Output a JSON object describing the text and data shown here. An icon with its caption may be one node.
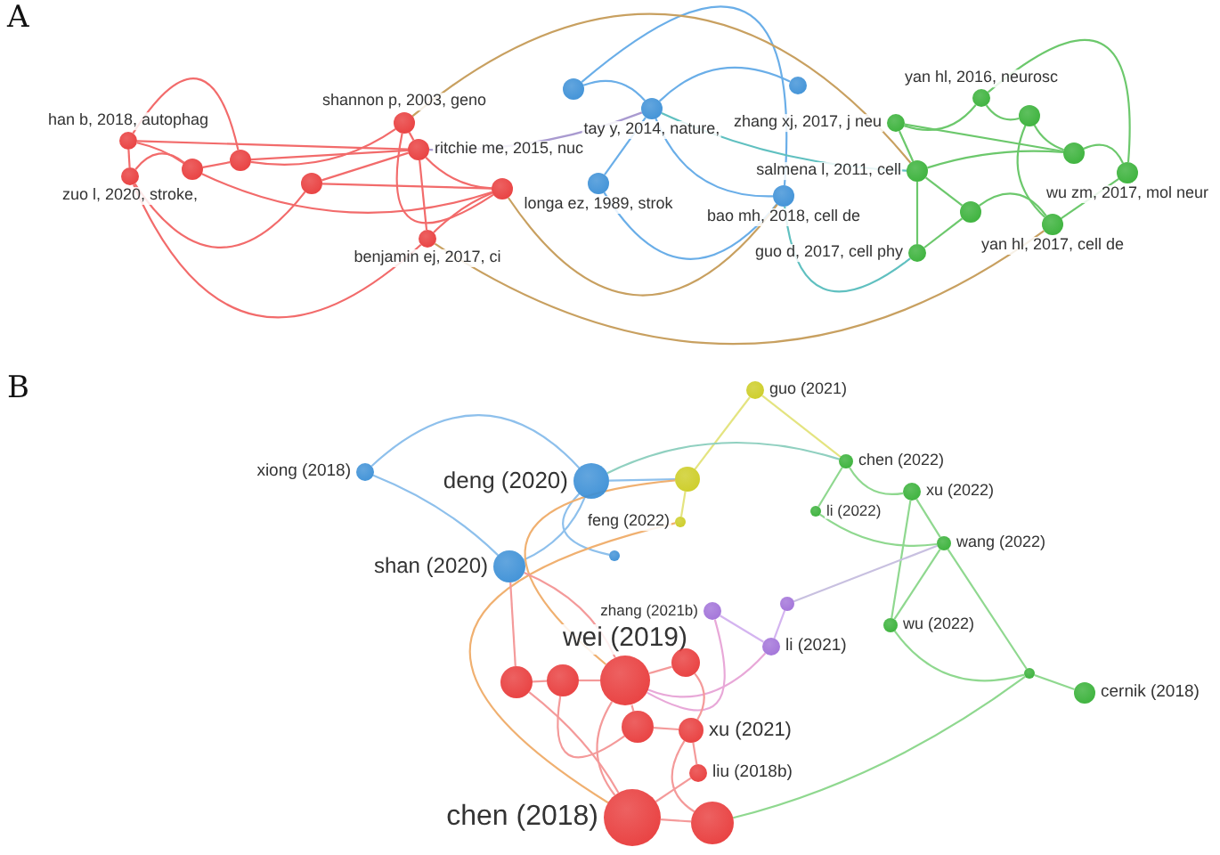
{
  "diagram": {
    "nodes": [
      {
        "text": [
          "han b, 2018, autophag"
        ]
      },
      {
        "text": [
          "zuo l, 2020, stroke,"
        ]
      },
      {
        "text": [],
        "shape": "circle"
      },
      {
        "text": [],
        "shape": "circle"
      },
      {
        "text": [],
        "shape": "circle"
      },
      {
        "text": [
          "shannon p, 2003, geno"
        ]
      },
      {
        "text": [
          "ritchie me, 2015, nuc"
        ]
      },
      {
        "text": [
          "benjamin ej, 2017, ci"
        ]
      },
      {
        "text": [],
        "shape": "circle"
      },
      {
        "text": [],
        "shape": "circle"
      },
      {
        "text": [
          "tay y, 2014, nature,"
        ]
      },
      {
        "text": [
          "longa ez, 1989, strok"
        ]
      },
      {
        "text": [],
        "shape": "circle"
      },
      {
        "text": [
          "bao mh, 2018, cell de"
        ]
      },
      {
        "text": [
          "zhang xj, 2017, j neu"
        ]
      },
      {
        "text": [
          "yan hl, 2016, neurosc"
        ]
      },
      {
        "text": [],
        "shape": "circle"
      },
      {
        "text": [
          "salmena l, 2011, cell"
        ]
      },
      {
        "text": [],
        "shape": "circle"
      },
      {
        "text": [
          "wu zm, 2017, mol neur"
        ]
      },
      {
        "text": [],
        "shape": "circle"
      },
      {
        "text": [
          "yan hl, 2017, cell de"
        ]
      },
      {
        "text": [
          "guo d, 2017, cell phy"
        ]
      },
      {
        "text": [
          "xiong (2018)"
        ]
      },
      {
        "text": [
          "deng (2020)"
        ]
      },
      {
        "text": [
          "shan (2020)"
        ]
      },
      {
        "text": [],
        "shape": "circle"
      },
      {
        "text": [
          "guo (2021)"
        ]
      },
      {
        "text": [],
        "shape": "circle"
      },
      {
        "text": [
          "feng (2022)"
        ]
      },
      {
        "text": [
          "chen (2022)"
        ]
      },
      {
        "text": [
          "xu (2022)"
        ]
      },
      {
        "text": [
          "li (2022)"
        ]
      },
      {
        "text": [
          "wang (2022)"
        ]
      },
      {
        "text": [
          "zhang (2021b)"
        ]
      },
      {
        "text": [],
        "shape": "circle"
      },
      {
        "text": [
          "li (2021)"
        ]
      },
      {
        "text": [
          "wu (2022)"
        ]
      },
      {
        "text": [],
        "shape": "circle"
      },
      {
        "text": [
          "cernik (2018)"
        ]
      },
      {
        "text": [],
        "shape": "circle"
      },
      {
        "text": [],
        "shape": "circle"
      },
      {
        "text": [
          "wei (2019)"
        ]
      },
      {
        "text": [],
        "shape": "circle"
      },
      {
        "text": [],
        "shape": "circle"
      },
      {
        "text": [
          "xu (2021)"
        ]
      },
      {
        "text": [
          "liu (2018b)"
        ]
      },
      {
        "text": [
          "chen (2018)"
        ]
      },
      {
        "text": [],
        "shape": "circle"
      }
    ],
    "edges": [
      {
        "from": 0,
        "to": 1,
        "arrow": "none",
        "color": "#f26b6b"
      },
      {
        "from": 0,
        "to": 2,
        "arrow": "none",
        "color": "#f26b6b"
      },
      {
        "from": 0,
        "to": 3,
        "arrow": "none",
        "color": "#f26b6b"
      },
      {
        "from": 1,
        "to": 2,
        "arrow": "none",
        "color": "#f26b6b"
      },
      {
        "from": 1,
        "to": 4,
        "arrow": "none",
        "color": "#f26b6b"
      },
      {
        "from": 2,
        "to": 3,
        "arrow": "none",
        "color": "#f26b6b"
      },
      {
        "from": 3,
        "to": 5,
        "arrow": "none",
        "color": "#f26b6b"
      },
      {
        "from": 3,
        "to": 6,
        "arrow": "none",
        "color": "#f26b6b"
      },
      {
        "from": 4,
        "to": 6,
        "arrow": "none",
        "color": "#f26b6b"
      },
      {
        "from": 4,
        "to": 8,
        "arrow": "none",
        "color": "#f26b6b"
      },
      {
        "from": 5,
        "to": 6,
        "arrow": "none",
        "color": "#f26b6b"
      },
      {
        "from": 6,
        "to": 8,
        "arrow": "none",
        "color": "#f26b6b"
      },
      {
        "from": 6,
        "to": 7,
        "arrow": "none",
        "color": "#f26b6b"
      },
      {
        "from": 7,
        "to": 8,
        "arrow": "none",
        "color": "#f26b6b"
      },
      {
        "from": 5,
        "to": 8,
        "arrow": "none",
        "color": "#f26b6b"
      },
      {
        "from": 2,
        "to": 8,
        "arrow": "none",
        "color": "#f26b6b"
      },
      {
        "from": 0,
        "to": 6,
        "arrow": "none",
        "color": "#f26b6b"
      },
      {
        "from": 1,
        "to": 7,
        "arrow": "none",
        "color": "#f26b6b"
      },
      {
        "from": 9,
        "to": 10,
        "arrow": "none",
        "color": "#6aaee8"
      },
      {
        "from": 10,
        "to": 11,
        "arrow": "none",
        "color": "#6aaee8"
      },
      {
        "from": 10,
        "to": 13,
        "arrow": "none",
        "color": "#6aaee8"
      },
      {
        "from": 9,
        "to": 13,
        "arrow": "none",
        "color": "#6aaee8"
      },
      {
        "from": 12,
        "to": 10,
        "arrow": "none",
        "color": "#6aaee8"
      },
      {
        "from": 11,
        "to": 13,
        "arrow": "none",
        "color": "#6aaee8"
      },
      {
        "from": 6,
        "to": 10,
        "arrow": "none",
        "color": "#a99ad0"
      },
      {
        "from": 8,
        "to": 13,
        "arrow": "none",
        "color": "#c8a060"
      },
      {
        "from": 5,
        "to": 17,
        "arrow": "none",
        "color": "#c8a060"
      },
      {
        "from": 10,
        "to": 17,
        "arrow": "none",
        "color": "#60c0c0"
      },
      {
        "from": 13,
        "to": 22,
        "arrow": "none",
        "color": "#60c0c0"
      },
      {
        "from": 7,
        "to": 21,
        "arrow": "none",
        "color": "#c8a060"
      },
      {
        "from": 14,
        "to": 15,
        "arrow": "none",
        "color": "#6cc86c"
      },
      {
        "from": 14,
        "to": 17,
        "arrow": "none",
        "color": "#6cc86c"
      },
      {
        "from": 15,
        "to": 16,
        "arrow": "none",
        "color": "#6cc86c"
      },
      {
        "from": 16,
        "to": 18,
        "arrow": "none",
        "color": "#6cc86c"
      },
      {
        "from": 17,
        "to": 20,
        "arrow": "none",
        "color": "#6cc86c"
      },
      {
        "from": 18,
        "to": 19,
        "arrow": "none",
        "color": "#6cc86c"
      },
      {
        "from": 19,
        "to": 21,
        "arrow": "none",
        "color": "#6cc86c"
      },
      {
        "from": 20,
        "to": 21,
        "arrow": "none",
        "color": "#6cc86c"
      },
      {
        "from": 17,
        "to": 22,
        "arrow": "none",
        "color": "#6cc86c"
      },
      {
        "from": 15,
        "to": 19,
        "arrow": "none",
        "color": "#6cc86c"
      },
      {
        "from": 14,
        "to": 18,
        "arrow": "none",
        "color": "#6cc86c"
      },
      {
        "from": 16,
        "to": 21,
        "arrow": "none",
        "color": "#6cc86c"
      },
      {
        "from": 20,
        "to": 22,
        "arrow": "none",
        "color": "#6cc86c"
      },
      {
        "from": 17,
        "to": 18,
        "arrow": "none",
        "color": "#6cc86c"
      },
      {
        "from": 23,
        "to": 24,
        "arrow": "none",
        "color": "#8ec0ec"
      },
      {
        "from": 23,
        "to": 25,
        "arrow": "none",
        "color": "#8ec0ec"
      },
      {
        "from": 24,
        "to": 25,
        "arrow": "none",
        "color": "#8ec0ec"
      },
      {
        "from": 24,
        "to": 26,
        "arrow": "none",
        "color": "#8ec0ec"
      },
      {
        "from": 24,
        "to": 28,
        "arrow": "none",
        "color": "#8ec0ec"
      },
      {
        "from": 27,
        "to": 28,
        "arrow": "none",
        "color": "#e4e480"
      },
      {
        "from": 27,
        "to": 30,
        "arrow": "none",
        "color": "#e4e480"
      },
      {
        "from": 28,
        "to": 29,
        "arrow": "none",
        "color": "#e4e480"
      },
      {
        "from": 28,
        "to": 42,
        "arrow": "none",
        "color": "#f0b070"
      },
      {
        "from": 29,
        "to": 47,
        "arrow": "none",
        "color": "#f0b070"
      },
      {
        "from": 30,
        "to": 31,
        "arrow": "none",
        "color": "#8fd88f"
      },
      {
        "from": 30,
        "to": 32,
        "arrow": "none",
        "color": "#8fd88f"
      },
      {
        "from": 31,
        "to": 33,
        "arrow": "none",
        "color": "#8fd88f"
      },
      {
        "from": 32,
        "to": 33,
        "arrow": "none",
        "color": "#8fd88f"
      },
      {
        "from": 33,
        "to": 37,
        "arrow": "none",
        "color": "#8fd88f"
      },
      {
        "from": 37,
        "to": 38,
        "arrow": "none",
        "color": "#8fd88f"
      },
      {
        "from": 38,
        "to": 39,
        "arrow": "none",
        "color": "#8fd88f"
      },
      {
        "from": 33,
        "to": 38,
        "arrow": "none",
        "color": "#8fd88f"
      },
      {
        "from": 31,
        "to": 37,
        "arrow": "none",
        "color": "#8fd88f"
      },
      {
        "from": 34,
        "to": 36,
        "arrow": "none",
        "color": "#d4b4f0"
      },
      {
        "from": 35,
        "to": 36,
        "arrow": "none",
        "color": "#d4b4f0"
      },
      {
        "from": 34,
        "to": 42,
        "arrow": "none",
        "color": "#e8a8d8"
      },
      {
        "from": 36,
        "to": 42,
        "arrow": "none",
        "color": "#e8a8d8"
      },
      {
        "from": 35,
        "to": 33,
        "arrow": "none",
        "color": "#c8c0e0"
      },
      {
        "from": 42,
        "to": 41,
        "arrow": "none",
        "color": "#f49a9a"
      },
      {
        "from": 40,
        "to": 41,
        "arrow": "none",
        "color": "#f49a9a"
      },
      {
        "from": 42,
        "to": 43,
        "arrow": "none",
        "color": "#f49a9a"
      },
      {
        "from": 42,
        "to": 44,
        "arrow": "none",
        "color": "#f49a9a"
      },
      {
        "from": 44,
        "to": 45,
        "arrow": "none",
        "color": "#f49a9a"
      },
      {
        "from": 45,
        "to": 46,
        "arrow": "none",
        "color": "#f49a9a"
      },
      {
        "from": 46,
        "to": 47,
        "arrow": "none",
        "color": "#f49a9a"
      },
      {
        "from": 47,
        "to": 48,
        "arrow": "none",
        "color": "#f49a9a"
      },
      {
        "from": 43,
        "to": 45,
        "arrow": "none",
        "color": "#f49a9a"
      },
      {
        "from": 42,
        "to": 47,
        "arrow": "none",
        "color": "#f49a9a"
      },
      {
        "from": 40,
        "to": 47,
        "arrow": "none",
        "color": "#f49a9a"
      },
      {
        "from": 41,
        "to": 44,
        "arrow": "none",
        "color": "#f49a9a"
      },
      {
        "from": 25,
        "to": 42,
        "arrow": "none",
        "color": "#f49a9a"
      },
      {
        "from": 25,
        "to": 40,
        "arrow": "none",
        "color": "#f49a9a"
      },
      {
        "from": 48,
        "to": 45,
        "arrow": "none",
        "color": "#f49a9a"
      },
      {
        "from": 38,
        "to": 48,
        "arrow": "none",
        "color": "#8fd88f"
      },
      {
        "from": 24,
        "to": 30,
        "arrow": "none",
        "color": "#90d0c0"
      }
    ],
    "labels": [
      "A",
      "B"
    ]
  }
}
